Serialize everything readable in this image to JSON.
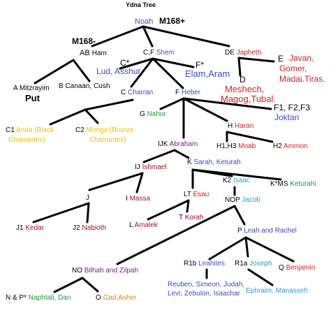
{
  "title": "Ydna Tree",
  "colors": {
    "blue": "#3a4bd0",
    "red": "#d42020",
    "green": "#1a9a3a",
    "yellow": "#f0c000",
    "purple": "#7a1f8a",
    "maroon": "#a01528",
    "cyan": "#2a9ad8",
    "orange": "#e08a00"
  },
  "nodes": {
    "noah": "Noah",
    "m168plus": "M168+",
    "m168minus": "M168-",
    "ab_prefix": "AB",
    "ham": "Ham",
    "cf_prefix": "C,F",
    "shem": "Shem",
    "de_prefix": "DE",
    "japheth": "Japheth",
    "c_star": "C*",
    "lud_asshur": "Lud, Asshur",
    "f_star": "F*",
    "elam_aram": "Elam,Aram",
    "d_prefix": "D",
    "meshech": "Meshech,",
    "magog_tubal": "Magog,Tubal.",
    "e_prefix": "E",
    "javan": "Javan,",
    "gomer": "Gomer,",
    "madai": "Madai.Tiras.",
    "a_mitzrayim": "A Mitzrayim",
    "put": "Put",
    "b_canaan": "B Canaan, Cush",
    "c_charran_prefix": "C",
    "charran": "Charran",
    "f_heber_prefix": "F",
    "heber": "Heber",
    "g_prefix": "G",
    "nahor": "Nahor",
    "f123": "F1, F2,F3",
    "joktan": "Joktan",
    "h_prefix": "H",
    "haran": "Haran",
    "h1h3": "H1,H3",
    "moab": "Moab",
    "h2_prefix": "H2",
    "ammon": "Ammon",
    "c1_prefix": "C1",
    "c1_line1": "Anda (Black",
    "c1_line2": "Charrantes)",
    "c2_prefix": "C2",
    "c2_line1": "Monga (Bronze",
    "c2_line2": "Charrantes)",
    "ijk_prefix": "IJK",
    "abraham": "Abraham",
    "ij_prefix": "IJ",
    "ishmael": "Ishmael",
    "k_prefix": "K",
    "sarah_keturah": "Sarah, Keturah",
    "j_prefix": "J",
    "i_prefix": "I",
    "massa": "Massa",
    "lt_prefix": "LT",
    "esau": "Esau",
    "k2_prefix": "K2",
    "isaac": "Isaac",
    "kms_prefix": "K*MS",
    "keturahi": "Keturahi",
    "j1_prefix": "J1",
    "kedar": "Kedar",
    "j2_prefix": "J2",
    "nabioth": "Nabioth",
    "l_prefix": "L",
    "amalek": "Amalek",
    "t_prefix": "T",
    "korah": "Korah",
    "nop_prefix": "NOP",
    "jacob": "Jacob",
    "p_prefix": "P",
    "leah_rachel": "Leah and Rachel",
    "no_prefix": "NO",
    "bilhah_zilpah": "Bilhah and Zilpah",
    "r1b_prefix": "R1b",
    "leahites": "Leahites",
    "r1a_prefix": "R1a",
    "joseph": "Joseph",
    "q_prefix": "Q",
    "benjamin": "Benjamin",
    "reuben_line1": "Reuben, Simeon, Judah,",
    "reuben_line2": "Levi, Zebulon, Isaachar",
    "ephraim": "Ephraim, Manasseh",
    "np_prefix": "N & P*",
    "naphtali_dan": "Naphtali, Dan",
    "o_prefix": "O",
    "gad_asher": "Gad,Asher"
  }
}
